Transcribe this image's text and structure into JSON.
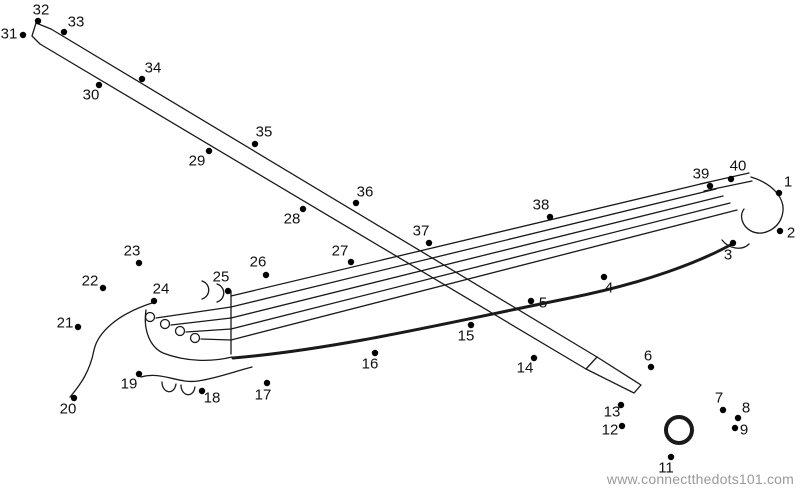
{
  "watermark": {
    "text": "www.connectthedots101.com",
    "color": "#9a9a9a"
  },
  "puzzle": {
    "type": "connect-the-dots",
    "subject": "violin-and-bow",
    "dot_color": "#000000",
    "label_color": "#111111",
    "line_color": "#1a1a1a",
    "dot_radius": 3.2,
    "label_font_size": 15,
    "dots": [
      {
        "n": "1",
        "dot": [
          779,
          193
        ],
        "label": [
          788,
          182
        ]
      },
      {
        "n": "2",
        "dot": [
          780,
          231
        ],
        "label": [
          791,
          233
        ]
      },
      {
        "n": "3",
        "dot": [
          733,
          243
        ],
        "label": [
          728,
          255
        ]
      },
      {
        "n": "4",
        "dot": [
          604,
          277
        ],
        "label": [
          609,
          288
        ]
      },
      {
        "n": "5",
        "dot": [
          531,
          301
        ],
        "label": [
          543,
          303
        ]
      },
      {
        "n": "6",
        "dot": [
          651,
          367
        ],
        "label": [
          648,
          356
        ]
      },
      {
        "n": "7",
        "dot": [
          723,
          410
        ],
        "label": [
          719,
          398
        ]
      },
      {
        "n": "8",
        "dot": [
          738,
          418
        ],
        "label": [
          746,
          408
        ]
      },
      {
        "n": "9",
        "dot": [
          735,
          428
        ],
        "label": [
          744,
          430
        ]
      },
      {
        "n": "11",
        "dot": [
          671,
          457
        ],
        "label": [
          666,
          468
        ]
      },
      {
        "n": "12",
        "dot": [
          622,
          426
        ],
        "label": [
          610,
          430
        ]
      },
      {
        "n": "13",
        "dot": [
          621,
          405
        ],
        "label": [
          612,
          412
        ]
      },
      {
        "n": "14",
        "dot": [
          534,
          358
        ],
        "label": [
          525,
          368
        ]
      },
      {
        "n": "15",
        "dot": [
          471,
          325
        ],
        "label": [
          466,
          336
        ]
      },
      {
        "n": "16",
        "dot": [
          375,
          353
        ],
        "label": [
          370,
          364
        ]
      },
      {
        "n": "17",
        "dot": [
          267,
          383
        ],
        "label": [
          263,
          395
        ]
      },
      {
        "n": "18",
        "dot": [
          202,
          391
        ],
        "label": [
          212,
          398
        ]
      },
      {
        "n": "19",
        "dot": [
          139,
          374
        ],
        "label": [
          129,
          384
        ]
      },
      {
        "n": "20",
        "dot": [
          74,
          398
        ],
        "label": [
          68,
          409
        ]
      },
      {
        "n": "21",
        "dot": [
          78,
          327
        ],
        "label": [
          65,
          323
        ]
      },
      {
        "n": "22",
        "dot": [
          103,
          288
        ],
        "label": [
          90,
          281
        ]
      },
      {
        "n": "23",
        "dot": [
          139,
          263
        ],
        "label": [
          132,
          251
        ]
      },
      {
        "n": "24",
        "dot": [
          154,
          301
        ],
        "label": [
          161,
          289
        ]
      },
      {
        "n": "25",
        "dot": [
          228,
          291
        ],
        "label": [
          221,
          277
        ]
      },
      {
        "n": "26",
        "dot": [
          266,
          275
        ],
        "label": [
          258,
          262
        ]
      },
      {
        "n": "27",
        "dot": [
          351,
          262
        ],
        "label": [
          340,
          251
        ]
      },
      {
        "n": "28",
        "dot": [
          303,
          209
        ],
        "label": [
          292,
          219
        ]
      },
      {
        "n": "29",
        "dot": [
          209,
          151
        ],
        "label": [
          197,
          161
        ]
      },
      {
        "n": "30",
        "dot": [
          99,
          85
        ],
        "label": [
          91,
          95
        ]
      },
      {
        "n": "31",
        "dot": [
          23,
          35
        ],
        "label": [
          9,
          34
        ]
      },
      {
        "n": "32",
        "dot": [
          38,
          21
        ],
        "label": [
          41,
          10
        ]
      },
      {
        "n": "33",
        "dot": [
          64,
          32
        ],
        "label": [
          76,
          22
        ]
      },
      {
        "n": "34",
        "dot": [
          142,
          79
        ],
        "label": [
          153,
          68
        ]
      },
      {
        "n": "35",
        "dot": [
          255,
          144
        ],
        "label": [
          264,
          132
        ]
      },
      {
        "n": "36",
        "dot": [
          356,
          203
        ],
        "label": [
          365,
          192
        ]
      },
      {
        "n": "37",
        "dot": [
          429,
          243
        ],
        "label": [
          421,
          231
        ]
      },
      {
        "n": "38",
        "dot": [
          550,
          217
        ],
        "label": [
          541,
          205
        ]
      },
      {
        "n": "39",
        "dot": [
          710,
          186
        ],
        "label": [
          701,
          174
        ]
      },
      {
        "n": "40",
        "dot": [
          731,
          179
        ],
        "label": [
          738,
          166
        ]
      }
    ]
  }
}
